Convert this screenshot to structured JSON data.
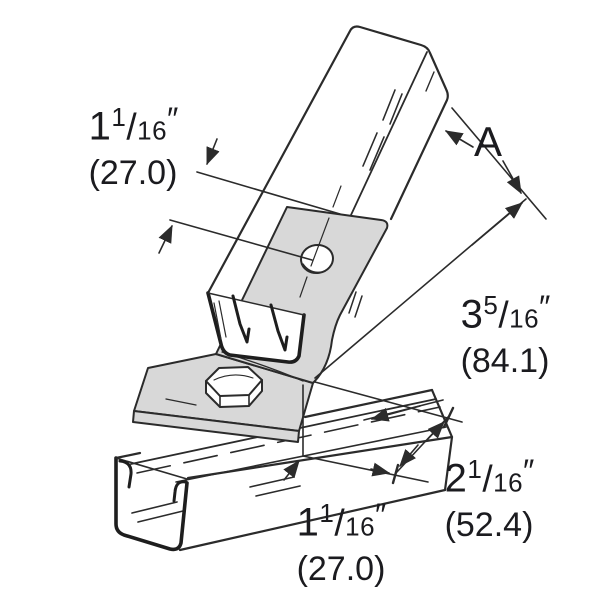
{
  "drawing": {
    "title": "strut-channel-angle-fitting-dimension-drawing",
    "labels": {
      "dim_top_left": {
        "whole": "1",
        "numerator": "1",
        "denominator": "16",
        "unit": "″",
        "metric": "(27.0)"
      },
      "dim_angle_ref": {
        "label": "A"
      },
      "dim_upper_leg": {
        "whole": "3",
        "numerator": "5",
        "denominator": "16",
        "unit": "″",
        "metric": "(84.1)"
      },
      "dim_lower_right": {
        "whole": "2",
        "numerator": "1",
        "denominator": "16",
        "unit": "″",
        "metric": "(52.4)"
      },
      "dim_bottom": {
        "whole": "1",
        "numerator": "1",
        "denominator": "16",
        "unit": "″",
        "metric": "(27.0)"
      }
    },
    "colors": {
      "line": "#2b2b2b",
      "thick_line": "#1e1e1e",
      "plate_fill": "#d8d8d8",
      "text": "#1b1b1f",
      "background": "#ffffff"
    }
  }
}
